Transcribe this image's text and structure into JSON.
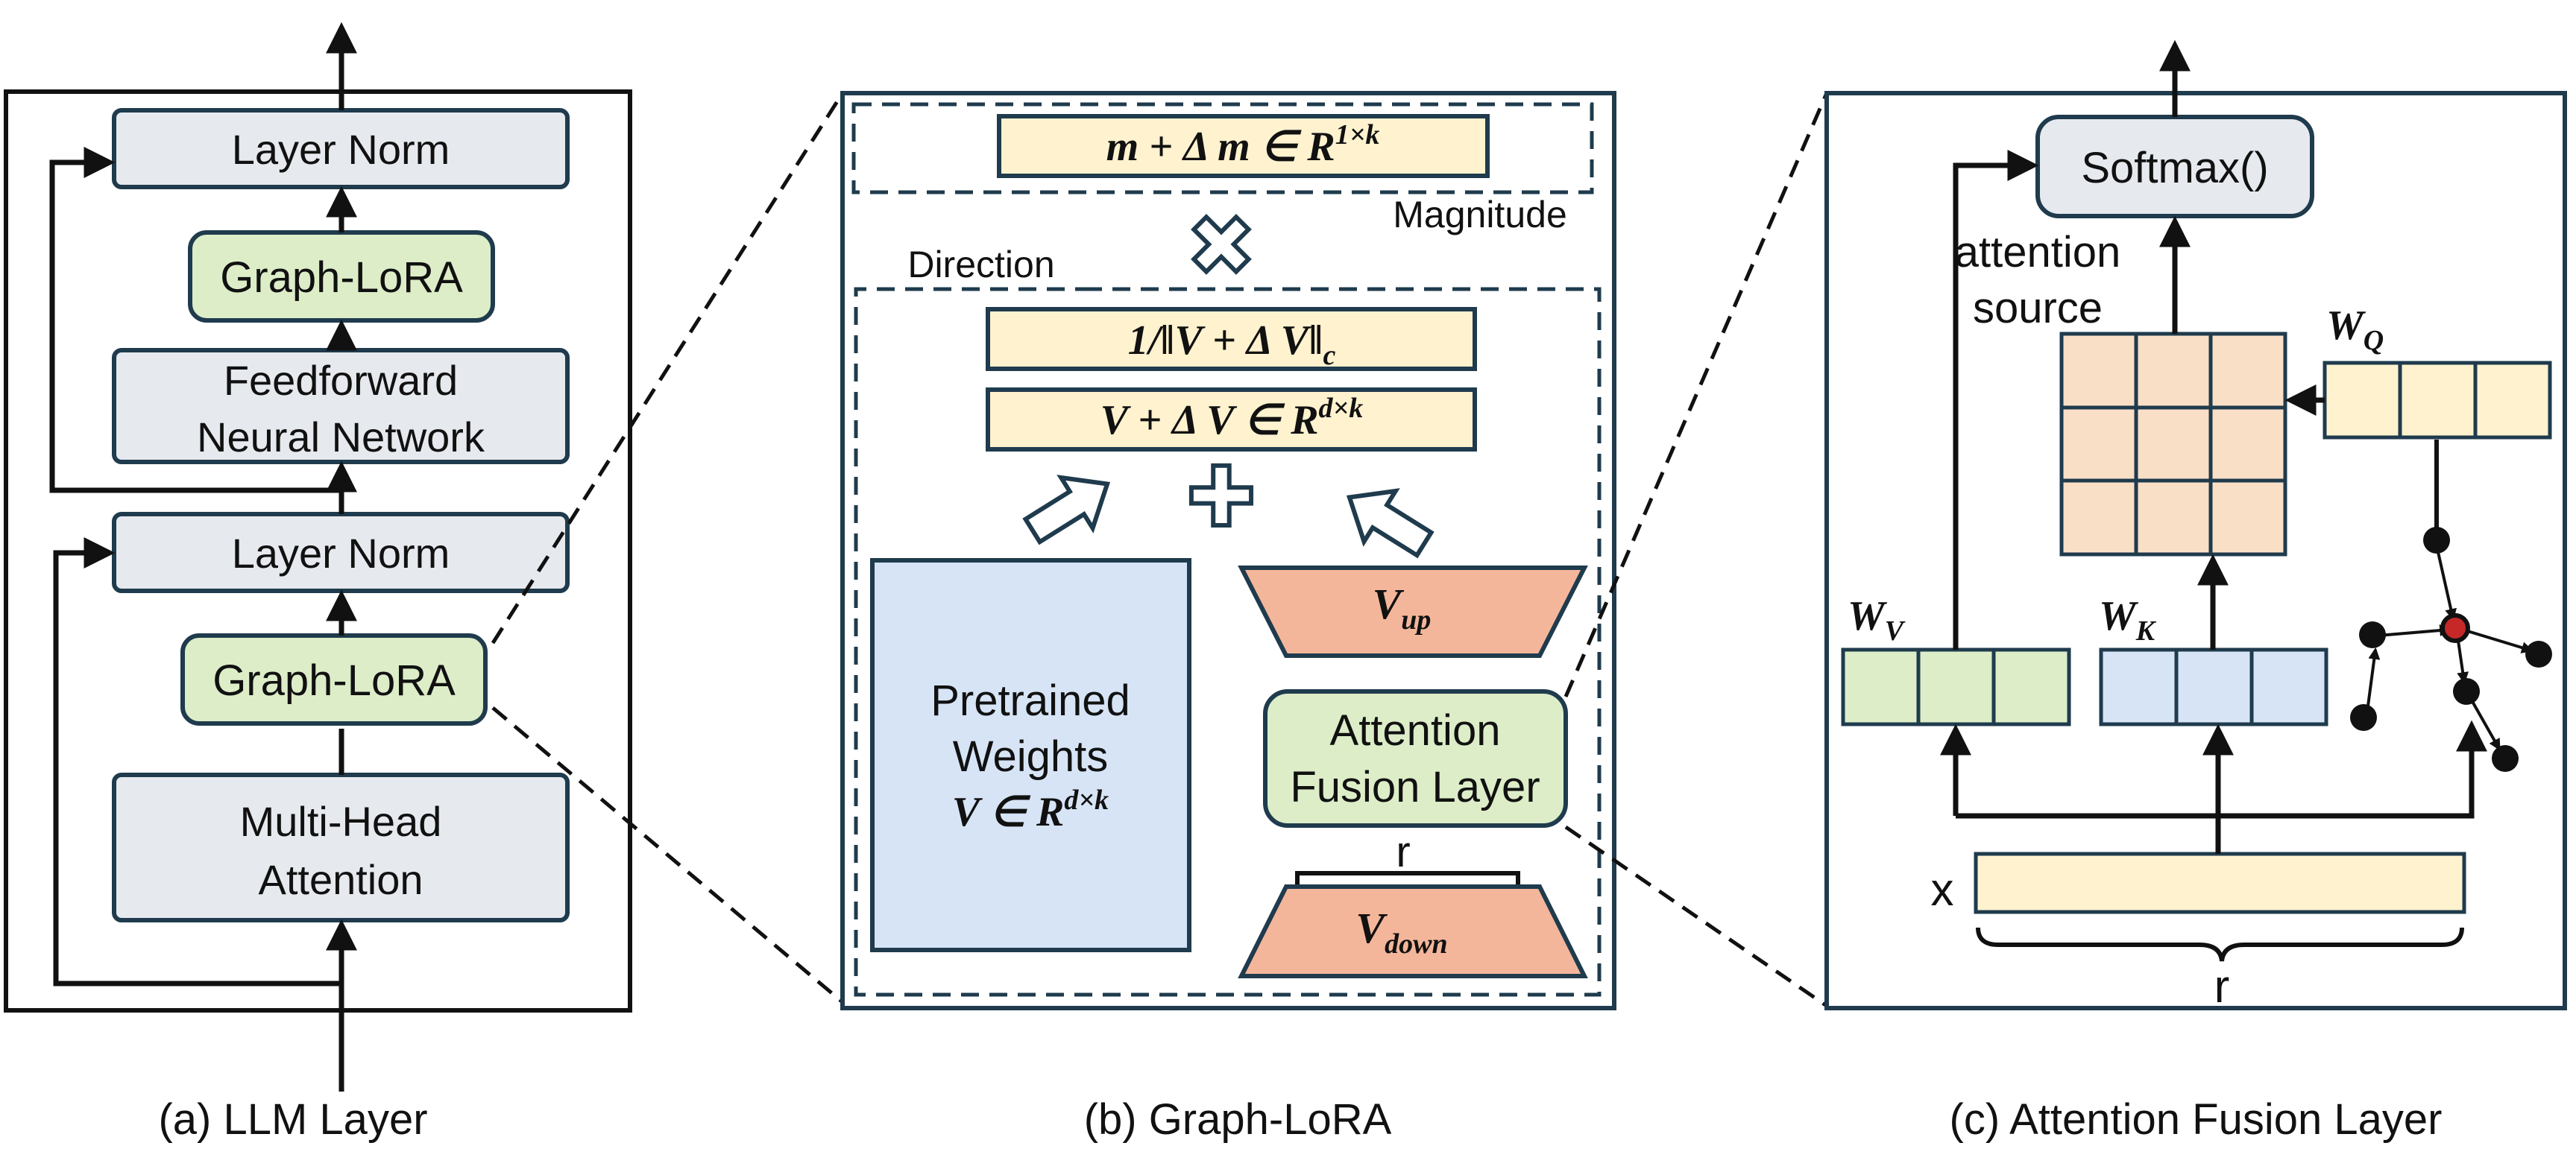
{
  "colors": {
    "gray_box": "#e6e9ee",
    "green_box": "#dcedc8",
    "yellow_box": "#fef2cf",
    "orange_box": "#f4b69a",
    "blue_box": "#d6e4f6",
    "peach_grid": "#fadfc7",
    "stroke": "#1f3b4d",
    "red_node": "#c62828"
  },
  "panel_a": {
    "caption": "(a)  LLM Layer",
    "layer_norm_top": "Layer Norm",
    "graph_lora_top": "Graph-LoRA",
    "ffn_line1": "Feedforward",
    "ffn_line2": "Neural Network",
    "layer_norm_bottom": "Layer Norm",
    "graph_lora_bottom": "Graph-LoRA",
    "mha_line1": "Multi-Head",
    "mha_line2": "Attention"
  },
  "panel_b": {
    "caption": "(b)  Graph-LoRA",
    "magnitude_formula": "m + Δ m ∈ R1×k",
    "magnitude_label": "Magnitude",
    "direction_label": "Direction",
    "times_symbol": "✖",
    "plus_symbol": "✚",
    "norm_formula": "1/‖V + Δ V‖c",
    "sum_formula": "V + Δ V ∈ Rd×k",
    "pretrained_line1": "Pretrained",
    "pretrained_line2": "Weights",
    "pretrained_formula": "V ∈ Rd×k",
    "v_up": "Vup",
    "attention_fusion_line1": "Attention",
    "attention_fusion_line2": "Fusion Layer",
    "r_label": "r",
    "v_down": "Vdown"
  },
  "panel_c": {
    "caption": "(c)  Attention Fusion Layer",
    "softmax": "Softmax()",
    "attention_source_line1": "attention",
    "attention_source_line2": "source",
    "w_q": "WQ",
    "w_v": "WV",
    "w_k": "WK",
    "x_label": "x",
    "r_label": "r"
  }
}
